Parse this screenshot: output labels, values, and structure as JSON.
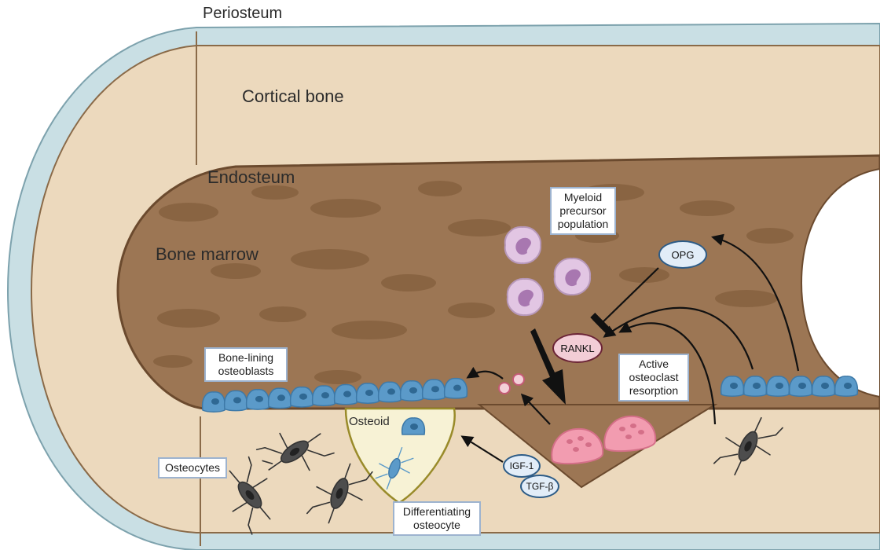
{
  "labels": {
    "periosteum": "Periosteum",
    "cortical_bone": "Cortical bone",
    "endosteum": "Endosteum",
    "bone_marrow": "Bone marrow",
    "osteoid": "Osteoid"
  },
  "boxes": {
    "myeloid": [
      "Myeloid",
      "precursor",
      "population"
    ],
    "bone_lining": [
      "Bone-lining",
      "osteoblasts"
    ],
    "active_osteoclast": [
      "Active",
      "osteoclast",
      "resorption"
    ],
    "osteocytes": [
      "Osteocytes"
    ],
    "differentiating": [
      "Differentiating",
      "osteocyte"
    ]
  },
  "molecules": {
    "opg": "OPG",
    "rankl": "RANKL",
    "igf1": "IGF-1",
    "tgfb": "TGF-β"
  },
  "colors": {
    "periosteum": "#c9dfe4",
    "periosteum_outline": "#7da2ad",
    "cortical": "#ecd9bd",
    "marrow": "#9c7654",
    "marrow_dark": "#86613f",
    "outline": "#6b4a2e",
    "osteoid": "#f7f2d5",
    "osteoid_outline": "#998b2a",
    "osteoblast": "#5b9ac9",
    "osteoclast": "#f29cb0",
    "myeloid": "#e2c6e3",
    "osteocyte": "#4d4d4d"
  }
}
